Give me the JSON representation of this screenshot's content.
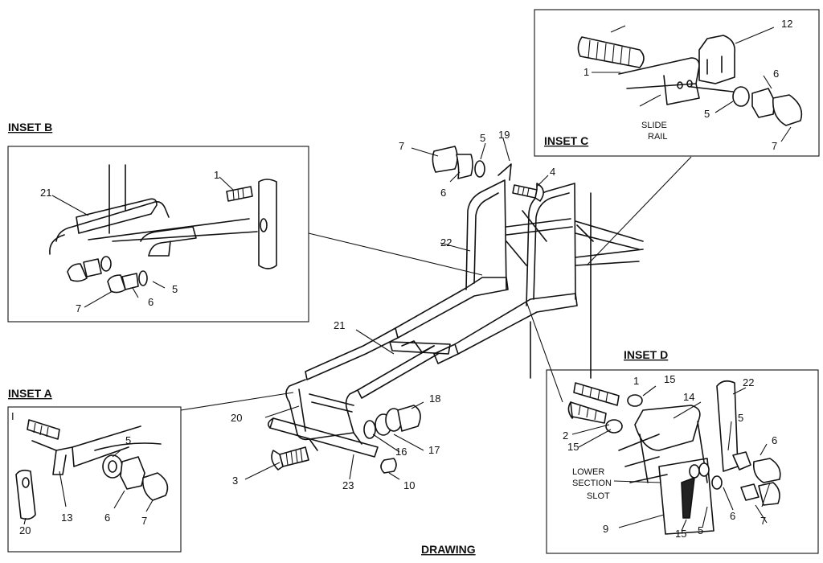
{
  "titles": {
    "inset_a": "INSET A",
    "inset_b": "INSET B",
    "inset_c": "INSET C",
    "inset_d": "INSET D",
    "drawing": "DRAWING"
  },
  "main": {
    "n20": "20",
    "n21": "21",
    "n22": "22",
    "n23": "23",
    "n3": "3",
    "n4": "4",
    "n5": "5",
    "n6": "6",
    "n7": "7",
    "n10": "10",
    "n16": "16",
    "n17": "17",
    "n18": "18",
    "n19": "19"
  },
  "inset_a": {
    "n1": "I",
    "n5": "5",
    "n6": "6",
    "n7": "7",
    "n13": "13",
    "n20": "20"
  },
  "inset_b": {
    "n1": "1",
    "n5": "5",
    "n6": "6",
    "n7": "7",
    "n21": "21"
  },
  "inset_c": {
    "n1": "1",
    "n12": "12",
    "n6": "6",
    "n5": "5",
    "n7": "7",
    "slide": "SLIDE",
    "rail": "RAIL"
  },
  "inset_d": {
    "n1": "1",
    "n15a": "15",
    "n22": "22",
    "n14": "14",
    "n2": "2",
    "n15b": "15",
    "n5a": "5",
    "n6a": "6",
    "n6b": "6",
    "n7": "7",
    "n9": "9",
    "n15c": "15",
    "n5b": "5",
    "lower": "LOWER",
    "section": "SECTION",
    "slot": "SLOT"
  }
}
